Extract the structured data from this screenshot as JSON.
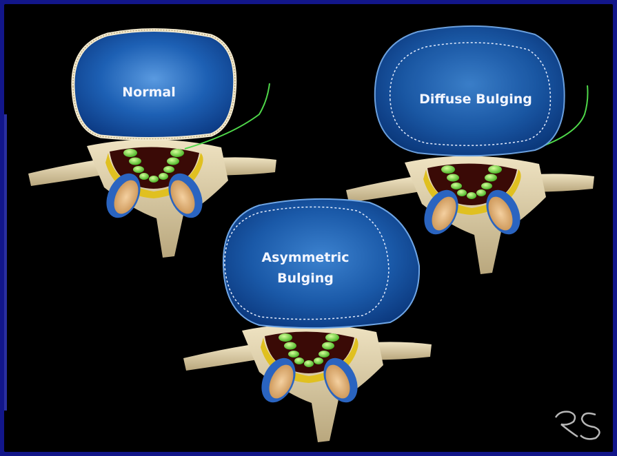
{
  "slide": {
    "labels": {
      "normal": "Normal",
      "diffuse": "Diffuse Bulging",
      "asymmetric_line1": "Asymmetric",
      "asymmetric_line2": "Bulging"
    },
    "logo_text": "RS",
    "colors": {
      "frame": "#12168a",
      "background": "#000000",
      "disc": "#1b5fb0",
      "bone": "#d8c8a0",
      "nerve": "#7de04a",
      "ligament": "#e0c020"
    }
  }
}
